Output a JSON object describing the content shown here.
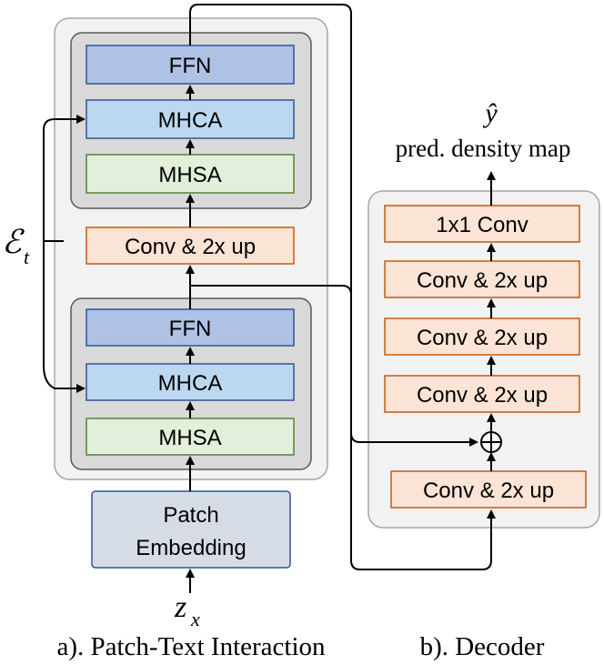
{
  "encoder_upper_block": {
    "ffn": "FFN",
    "mhca": "MHCA",
    "mhsa": "MHSA"
  },
  "encoder_conv": "Conv & 2x up",
  "encoder_lower_block": {
    "ffn": "FFN",
    "mhca": "MHCA",
    "mhsa": "MHSA"
  },
  "patch_embedding": {
    "line1": "Patch",
    "line2": "Embedding"
  },
  "input_symbol": "z",
  "input_subscript": "x",
  "text_embedding_symbol": "ℰ",
  "text_embedding_subscript": "t",
  "decoder": {
    "output_symbol": "ŷ",
    "output_label": "pred. density map",
    "conv1x1": "1x1 Conv",
    "conv_up_1": "Conv & 2x up",
    "conv_up_2": "Conv & 2x up",
    "conv_up_3": "Conv & 2x up",
    "sum_symbol": "⊕",
    "conv_up_bottom": "Conv & 2x up"
  },
  "captions": {
    "left": "a). Patch-Text Interaction",
    "right": "b). Decoder"
  },
  "colors": {
    "ffn_fill": "#afc2e6",
    "mhca_fill": "#bcd8f0",
    "mhsa_fill": "#e2efda",
    "conv_fill": "#fbe4d5",
    "conv_stroke": "#c55a11",
    "block_stroke": "#2e5597",
    "green_stroke": "#548235",
    "patch_fill": "#d6dce5",
    "outer_panel_fill": "#f2f2f2",
    "inner_panel_fill": "#d9d9d9"
  }
}
